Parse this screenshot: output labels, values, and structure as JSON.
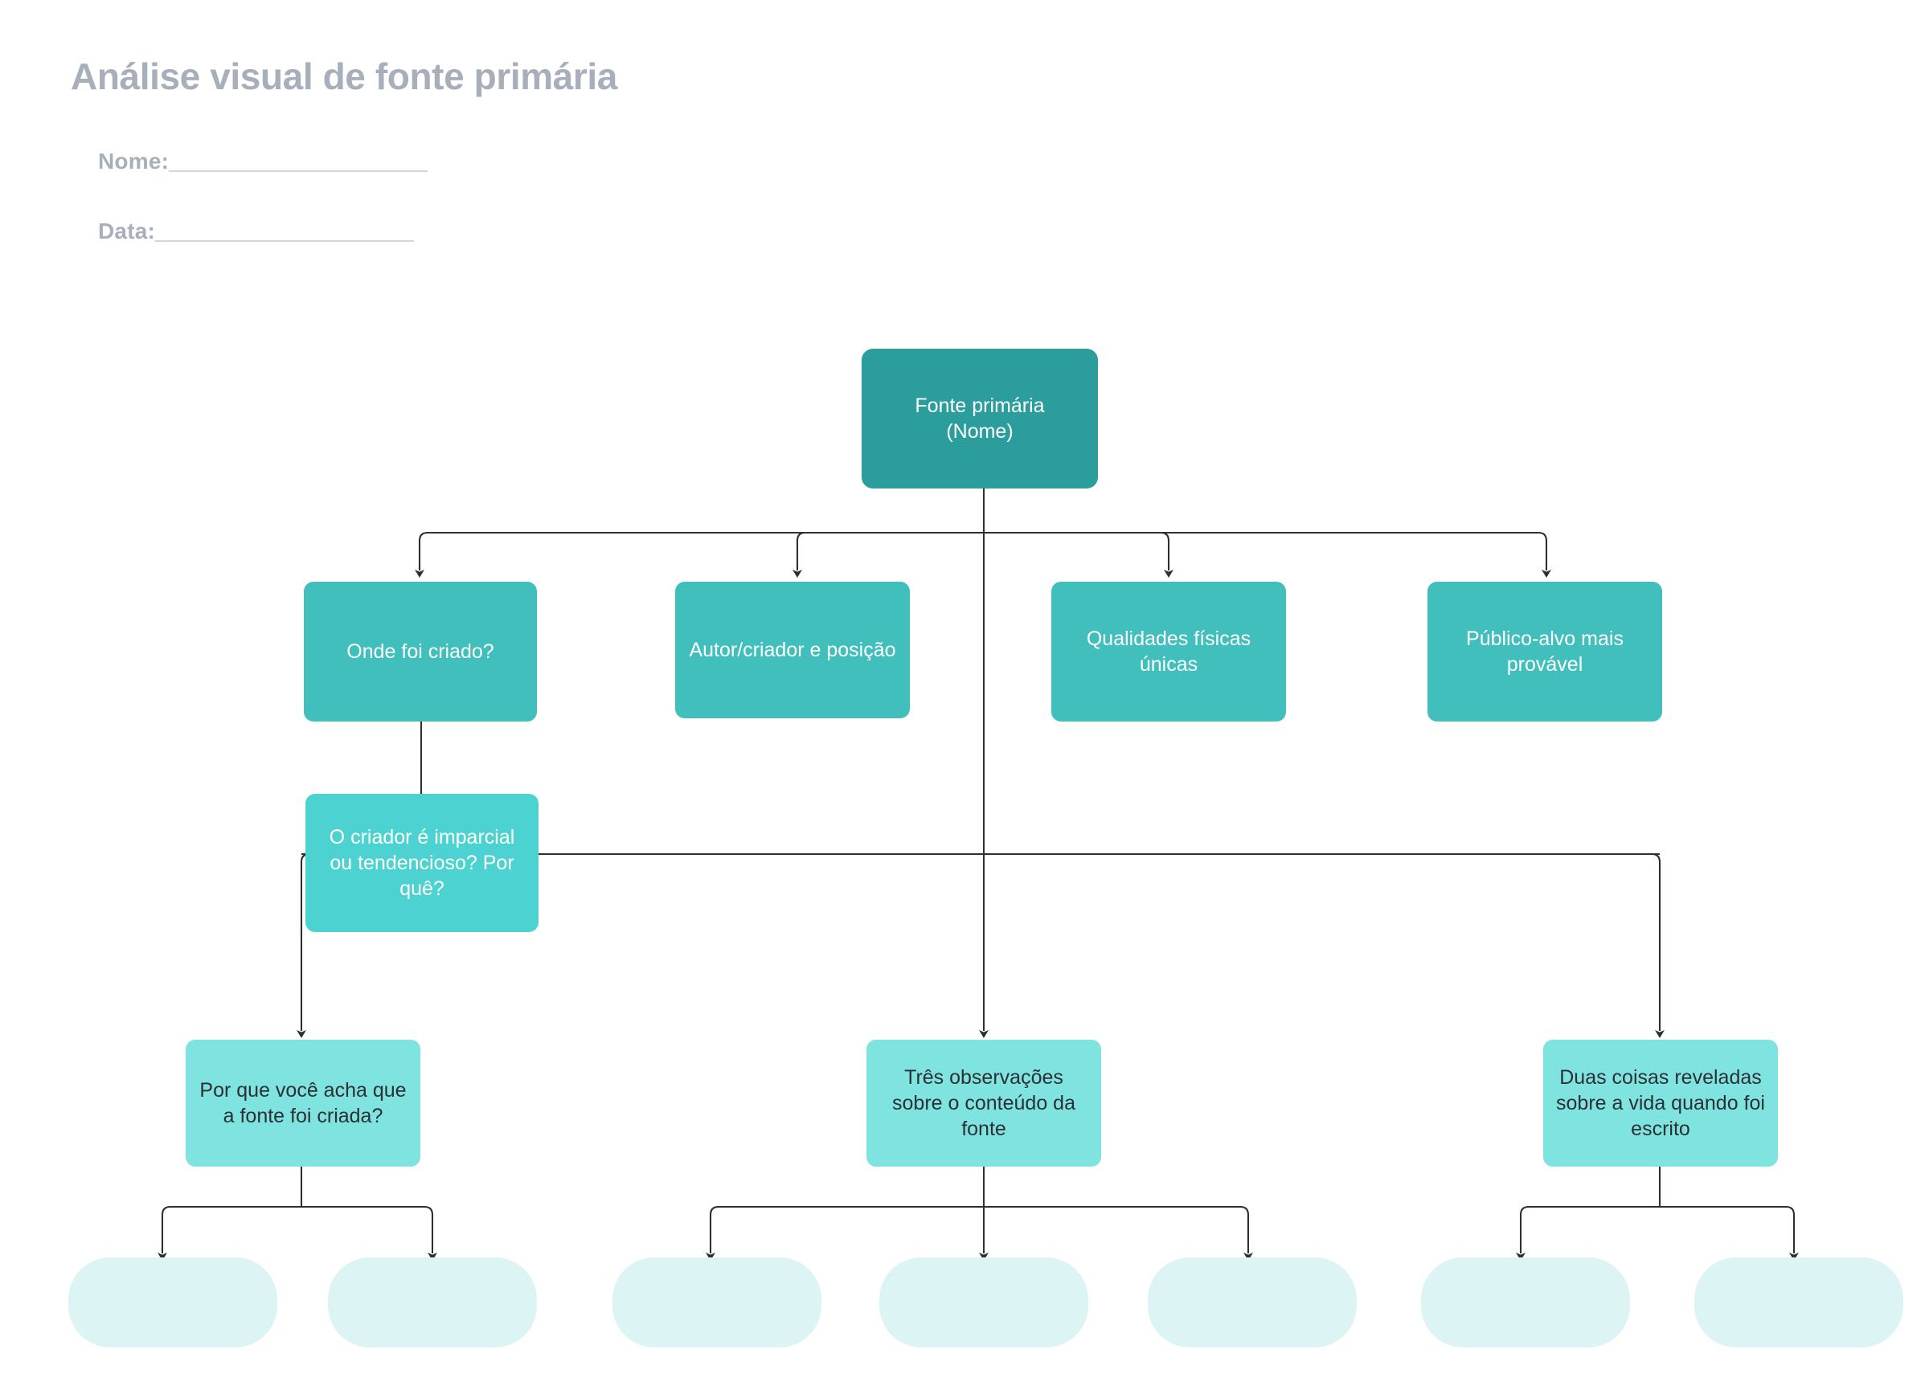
{
  "header": {
    "title": "Análise visual de fonte primária",
    "fields": [
      {
        "label": "Nome:",
        "rule": "______________________",
        "value": ""
      },
      {
        "label": "Data:",
        "rule": "______________________",
        "value": ""
      }
    ]
  },
  "colors": {
    "title_text": "#A7AFBA",
    "level_root": "#2A9D9C",
    "level_2": "#41BFBD",
    "level_3": "#4CD3D1",
    "level_4": "#7FE3E0",
    "level_5": "#DCF4F3",
    "connector": "#2B3034",
    "text_light": "#FFFFFF",
    "text_dark": "#2B3034",
    "background": "#FFFFFF"
  },
  "diagram": {
    "type": "tree",
    "nodes": {
      "root": {
        "label": "Fonte primária\n(Nome)",
        "line1": "Fonte primária",
        "line2": "(Nome)"
      },
      "l2": [
        {
          "id": "onde",
          "label": "Onde foi criado?"
        },
        {
          "id": "autor",
          "label": "Autor/criador e posição"
        },
        {
          "id": "qualidades",
          "label": "Qualidades físicas únicas"
        },
        {
          "id": "publico",
          "label": "Público-alvo mais provável"
        }
      ],
      "l3": [
        {
          "id": "criador-imparcial",
          "label": "O criador é imparcial ou tendencioso? Por quê?"
        }
      ],
      "l4": [
        {
          "id": "porque-criada",
          "label": "Por que você acha que a fonte foi criada?"
        },
        {
          "id": "tres-observacoes",
          "label": "Três observações sobre o conteúdo da fonte"
        },
        {
          "id": "duas-coisas",
          "label": "Duas coisas reveladas sobre a vida quando foi escrito"
        }
      ],
      "l5": [
        {
          "id": "blank-1",
          "label": ""
        },
        {
          "id": "blank-2",
          "label": ""
        },
        {
          "id": "blank-3",
          "label": ""
        },
        {
          "id": "blank-4",
          "label": ""
        },
        {
          "id": "blank-5",
          "label": ""
        },
        {
          "id": "blank-6",
          "label": ""
        },
        {
          "id": "blank-7",
          "label": ""
        }
      ]
    },
    "edges": [
      {
        "from": "root",
        "to": "onde"
      },
      {
        "from": "root",
        "to": "autor"
      },
      {
        "from": "root",
        "to": "qualidades"
      },
      {
        "from": "root",
        "to": "publico"
      },
      {
        "from": "onde",
        "to": "criador-imparcial"
      },
      {
        "from": "onde",
        "to": "porque-criada"
      },
      {
        "from": "qualidades",
        "to": "tres-observacoes"
      },
      {
        "from": "qualidades",
        "to": "duas-coisas"
      },
      {
        "from": "porque-criada",
        "to": "blank-1"
      },
      {
        "from": "porque-criada",
        "to": "blank-2"
      },
      {
        "from": "tres-observacoes",
        "to": "blank-3"
      },
      {
        "from": "tres-observacoes",
        "to": "blank-4"
      },
      {
        "from": "tres-observacoes",
        "to": "blank-5"
      },
      {
        "from": "duas-coisas",
        "to": "blank-6"
      },
      {
        "from": "duas-coisas",
        "to": "blank-7"
      }
    ]
  }
}
